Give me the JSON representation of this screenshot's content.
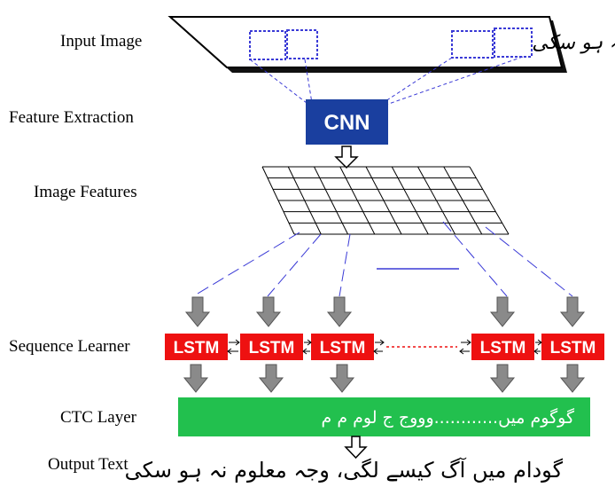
{
  "labels": {
    "input_image": "Input Image",
    "feature_extraction": "Feature Extraction",
    "image_features": "Image Features",
    "sequence_learner": "Sequence Learner",
    "ctc_layer": "CTC Layer",
    "output_text": "Output Text"
  },
  "input_image_text": "کوشاں میں آگ کیسے لگی وجہ معلوم نہ ہو سکی",
  "cnn_label": "CNN",
  "lstm_label": "LSTM",
  "ctc_text": "گوگوم میں............وووج ج لوم م م",
  "output_text": "گودام میں آگ کیسے لگی، وجہ معلوم نہ ہو سکی",
  "colors": {
    "cnn_fill": "#1a3f9f",
    "lstm_fill": "#ee1111",
    "ctc_fill": "#22c04e",
    "dash_line": "#3a3ad6",
    "arrow_fill": "#8a8a8a"
  }
}
